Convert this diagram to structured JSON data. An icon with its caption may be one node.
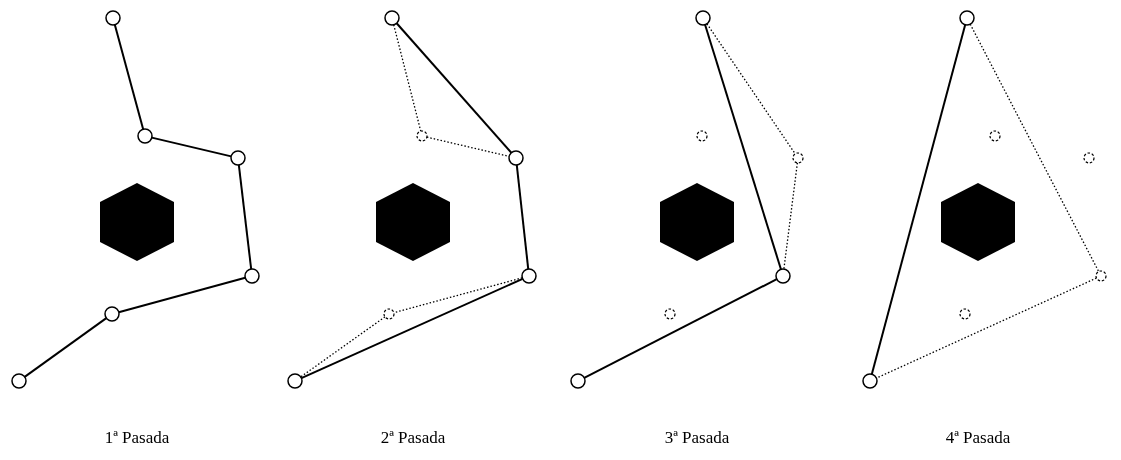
{
  "diagram": {
    "nodes": [
      {
        "text": [],
        "shape": "circle"
      },
      {
        "text": [],
        "shape": "circle"
      },
      {
        "text": [],
        "shape": "circle"
      },
      {
        "text": [],
        "shape": "hexagon"
      },
      {
        "text": [],
        "shape": "circle"
      },
      {
        "text": [],
        "shape": "circle"
      },
      {
        "text": [],
        "shape": "circle"
      },
      {
        "text": [],
        "shape": "circle"
      },
      {
        "text": [],
        "shape": "circle"
      },
      {
        "text": [],
        "shape": "circle"
      },
      {
        "text": [],
        "shape": "hexagon"
      },
      {
        "text": [],
        "shape": "circle"
      },
      {
        "text": [],
        "shape": "circle"
      },
      {
        "text": [],
        "shape": "circle"
      },
      {
        "text": [],
        "shape": "circle"
      },
      {
        "text": [],
        "shape": "circle"
      },
      {
        "text": [],
        "shape": "circle"
      },
      {
        "text": [],
        "shape": "hexagon"
      },
      {
        "text": [],
        "shape": "circle"
      },
      {
        "text": [],
        "shape": "circle"
      },
      {
        "text": [],
        "shape": "circle"
      },
      {
        "text": [],
        "shape": "circle"
      },
      {
        "text": [],
        "shape": "circle"
      },
      {
        "text": [],
        "shape": "circle"
      },
      {
        "text": [],
        "shape": "hexagon"
      },
      {
        "text": [],
        "shape": "circle"
      },
      {
        "text": [],
        "shape": "circle"
      },
      {
        "text": [],
        "shape": "circle"
      }
    ],
    "edges": [
      {
        "from": 0,
        "to": 1,
        "arrow": "none"
      },
      {
        "from": 1,
        "to": 2,
        "arrow": "none"
      },
      {
        "from": 2,
        "to": 4,
        "arrow": "none"
      },
      {
        "from": 4,
        "to": 5,
        "arrow": "none"
      },
      {
        "from": 5,
        "to": 6,
        "arrow": "none"
      },
      {
        "from": 7,
        "to": 9,
        "arrow": "none"
      },
      {
        "from": 9,
        "to": 11,
        "arrow": "none"
      },
      {
        "from": 11,
        "to": 13,
        "arrow": "none"
      },
      {
        "from": 7,
        "to": 8,
        "arrow": "none",
        "style": "dashed"
      },
      {
        "from": 8,
        "to": 9,
        "arrow": "none",
        "style": "dashed"
      },
      {
        "from": 11,
        "to": 12,
        "arrow": "none",
        "style": "dashed"
      },
      {
        "from": 12,
        "to": 13,
        "arrow": "none",
        "style": "dashed"
      },
      {
        "from": 14,
        "to": 18,
        "arrow": "none"
      },
      {
        "from": 18,
        "to": 20,
        "arrow": "none"
      },
      {
        "from": 14,
        "to": 16,
        "arrow": "none",
        "style": "dashed"
      },
      {
        "from": 16,
        "to": 18,
        "arrow": "none",
        "style": "dashed"
      },
      {
        "from": 21,
        "to": 27,
        "arrow": "none"
      },
      {
        "from": 21,
        "to": 25,
        "arrow": "none",
        "style": "dashed"
      },
      {
        "from": 25,
        "to": 27,
        "arrow": "none",
        "style": "dashed"
      }
    ],
    "labels": [
      "1ª Pasada",
      "2ª Pasada",
      "3ª Pasada",
      "4ª Pasada"
    ]
  }
}
